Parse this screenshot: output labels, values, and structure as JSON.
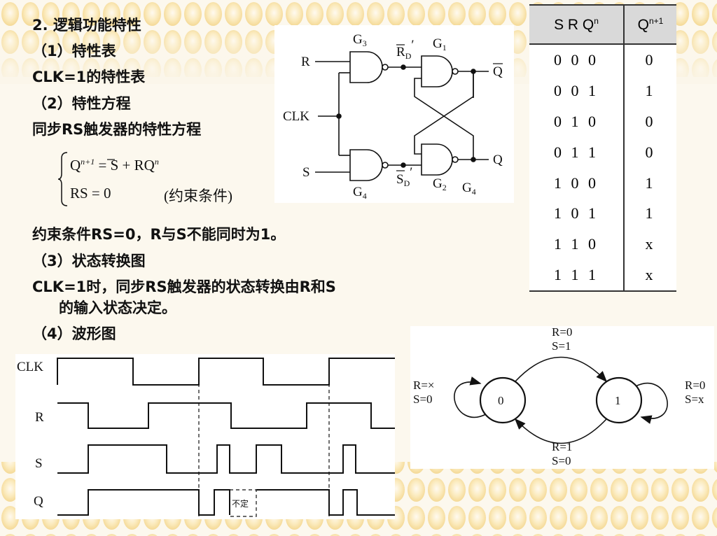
{
  "section": {
    "title": "2. 逻辑功能特性",
    "sub1": "（1）特性表",
    "line_table": "CLK=1的特性表",
    "sub2": "（2）特性方程",
    "line_eq": "同步RS触发器的特性方程",
    "constraint": "约束条件RS=0，R与S不能同时为1。",
    "sub3": "（3）状态转换图",
    "transition_line1": "CLK=1时，同步RS触发器的状态转换由R和S",
    "transition_line2": "的输入状态决定。",
    "sub4": "（4）波形图"
  },
  "equation": {
    "line1_lhs": "Q",
    "line1_sup": "n+1",
    "line1_rhs": "= S + RQ",
    "line1_rhs_sup": "n",
    "line2": "RS = 0",
    "constraint_note": "(约束条件)"
  },
  "circuit": {
    "labels": {
      "R": "R",
      "CLK": "CLK",
      "S": "S",
      "G3": "G",
      "G3_sub": "3",
      "G1": "G",
      "G1_sub": "1",
      "G4": "G",
      "G4_sub": "4",
      "G2": "G",
      "G2_sub": "2",
      "G4b": "G",
      "G4b_sub": "4",
      "RD": "R",
      "RD_sub": "D",
      "RD_prime": "′",
      "SD": "S",
      "SD_sub": "D",
      "SD_prime": "′",
      "Qbar": "Q",
      "Q": "Q"
    }
  },
  "truth_table": {
    "header_left": "S R Q",
    "header_left_sup": "n",
    "header_right": "Q",
    "header_right_sup": "n+1",
    "rows": [
      [
        "0 0 0",
        "0"
      ],
      [
        "0 0 1",
        "1"
      ],
      [
        "0 1 0",
        "0"
      ],
      [
        "0 1 1",
        "0"
      ],
      [
        "1 0 0",
        "1"
      ],
      [
        "1 0 1",
        "1"
      ],
      [
        "1 1 0",
        "x"
      ],
      [
        "1 1 1",
        "x"
      ]
    ]
  },
  "state_diagram": {
    "state0": "0",
    "state1": "1",
    "top_r": "R=0",
    "top_s": "S=1",
    "bottom_r": "R=1",
    "bottom_s": "S=0",
    "left_r": "R=×",
    "left_s": "S=0",
    "right_r": "R=0",
    "right_s": "S=x"
  },
  "waveform": {
    "signals": [
      "CLK",
      "R",
      "S",
      "Q"
    ],
    "undefined_label": "不定"
  },
  "colors": {
    "dot_fill": "#f5d98a",
    "dot_light": "#fbefc6",
    "text": "#111111",
    "header_gray": "#d9d9d9"
  }
}
